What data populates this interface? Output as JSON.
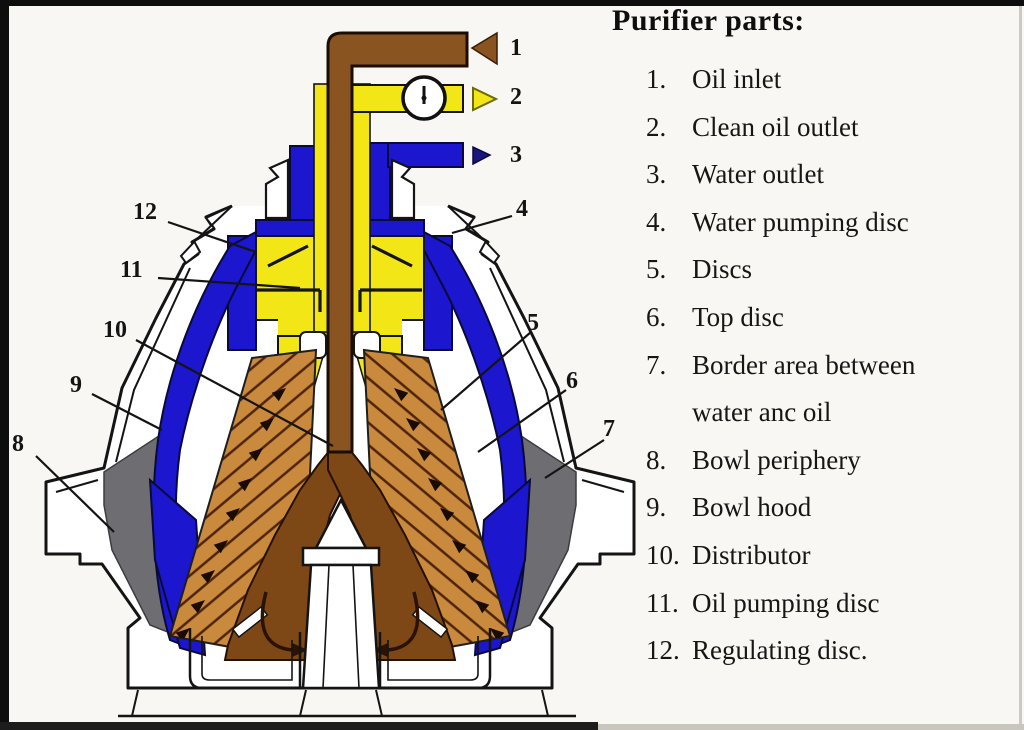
{
  "legend": {
    "title": "Purifier parts:",
    "items": [
      {
        "num": "1.",
        "label": "Oil inlet"
      },
      {
        "num": "2.",
        "label": "Clean oil outlet"
      },
      {
        "num": "3.",
        "label": "Water outlet"
      },
      {
        "num": "4.",
        "label": "Water pumping disc"
      },
      {
        "num": "5.",
        "label": "Discs"
      },
      {
        "num": "6.",
        "label": "Top disc"
      },
      {
        "num": "7.",
        "label": "Border area between",
        "label2": "water anc oil"
      },
      {
        "num": "8.",
        "label": "Bowl periphery"
      },
      {
        "num": "9.",
        "label": "Bowl hood"
      },
      {
        "num": "10.",
        "label": "Distributor"
      },
      {
        "num": "11.",
        "label": "Oil pumping disc"
      },
      {
        "num": "12.",
        "label": "Regulating disc."
      }
    ]
  },
  "diagram": {
    "callouts": [
      {
        "n": "1"
      },
      {
        "n": "2"
      },
      {
        "n": "3"
      },
      {
        "n": "4"
      },
      {
        "n": "5"
      },
      {
        "n": "6"
      },
      {
        "n": "7"
      },
      {
        "n": "8"
      },
      {
        "n": "9"
      },
      {
        "n": "10"
      },
      {
        "n": "11"
      },
      {
        "n": "12"
      }
    ],
    "icons": {
      "gauge": "pressure-gauge-icon",
      "oil_inlet_arrow": "left-triangle-arrow",
      "clean_oil_arrow": "right-triangle-arrow",
      "water_arrow": "right-triangle-arrow"
    }
  },
  "colors": {
    "dirty_oil": "#8a5420",
    "dirty_oil_dark": "#7e4716",
    "clean_oil": "#f2e616",
    "water": "#1c16cf",
    "water_arrow": "#1a1680",
    "discs": "#c98a3e",
    "sludge": "#6e6e72",
    "outline": "#141414",
    "casing": "#ffffff"
  }
}
